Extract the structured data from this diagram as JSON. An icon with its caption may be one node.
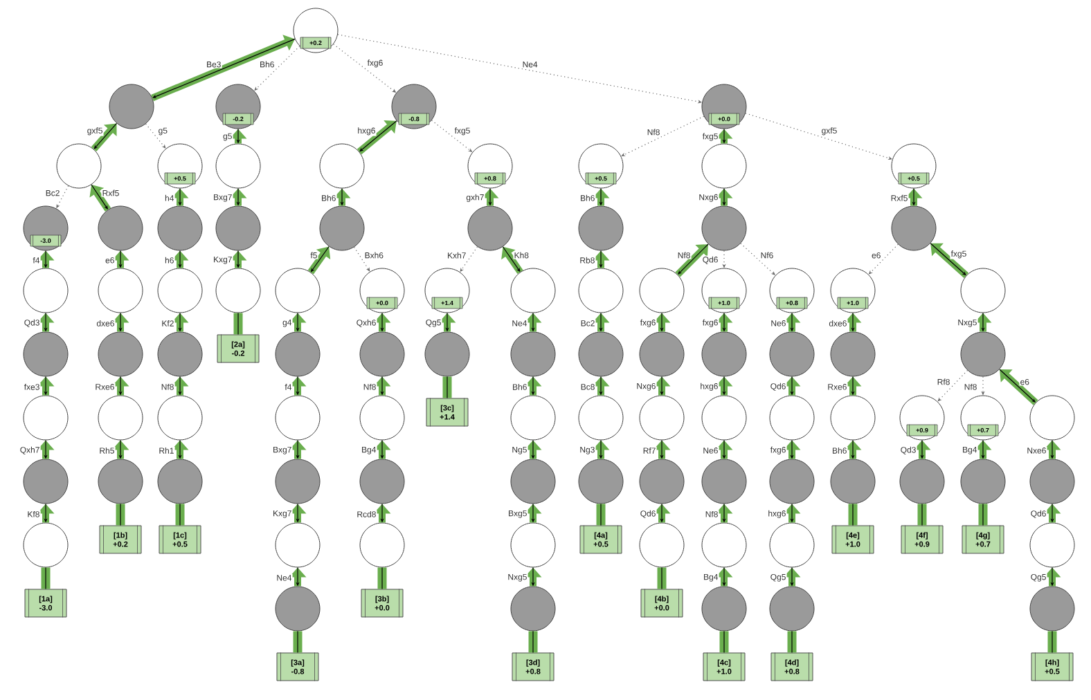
{
  "diagram": {
    "nodes": [
      {
        "text": [
          "+0.2"
        ]
      },
      {
        "text": [],
        "shape": "circle"
      },
      {
        "text": [],
        "shape": "circle"
      },
      {
        "text": [
          "-3.0"
        ]
      },
      {
        "text": [],
        "shape": "circle"
      },
      {
        "text": [],
        "shape": "circle"
      },
      {
        "text": [],
        "shape": "circle"
      },
      {
        "text": [],
        "shape": "circle"
      },
      {
        "text": [],
        "shape": "circle"
      },
      {
        "text": [
          "[1a]",
          "-3.0"
        ]
      },
      {
        "text": [],
        "shape": "circle"
      },
      {
        "text": [],
        "shape": "circle"
      },
      {
        "text": [],
        "shape": "circle"
      },
      {
        "text": [],
        "shape": "circle"
      },
      {
        "text": [],
        "shape": "circle"
      },
      {
        "text": [
          "[1b]",
          "+0.2"
        ]
      },
      {
        "text": [
          "+0.5"
        ]
      },
      {
        "text": [],
        "shape": "circle"
      },
      {
        "text": [],
        "shape": "circle"
      },
      {
        "text": [],
        "shape": "circle"
      },
      {
        "text": [],
        "shape": "circle"
      },
      {
        "text": [],
        "shape": "circle"
      },
      {
        "text": [
          "[1c]",
          "+0.5"
        ]
      },
      {
        "text": [
          "-0.2"
        ]
      },
      {
        "text": [],
        "shape": "circle"
      },
      {
        "text": [],
        "shape": "circle"
      },
      {
        "text": [],
        "shape": "circle"
      },
      {
        "text": [
          "[2a]",
          "-0.2"
        ]
      },
      {
        "text": [
          "-0.8"
        ]
      },
      {
        "text": [],
        "shape": "circle"
      },
      {
        "text": [],
        "shape": "circle"
      },
      {
        "text": [],
        "shape": "circle"
      },
      {
        "text": [],
        "shape": "circle"
      },
      {
        "text": [],
        "shape": "circle"
      },
      {
        "text": [],
        "shape": "circle"
      },
      {
        "text": [],
        "shape": "circle"
      },
      {
        "text": [],
        "shape": "circle"
      },
      {
        "text": [
          "[3a]",
          "-0.8"
        ]
      },
      {
        "text": [
          "+0.0"
        ]
      },
      {
        "text": [],
        "shape": "circle"
      },
      {
        "text": [],
        "shape": "circle"
      },
      {
        "text": [],
        "shape": "circle"
      },
      {
        "text": [],
        "shape": "circle"
      },
      {
        "text": [
          "[3b]",
          "+0.0"
        ]
      },
      {
        "text": [
          "+0.8"
        ]
      },
      {
        "text": [],
        "shape": "circle"
      },
      {
        "text": [
          "+1.4"
        ]
      },
      {
        "text": [],
        "shape": "circle"
      },
      {
        "text": [
          "[3c]",
          "+1.4"
        ]
      },
      {
        "text": [],
        "shape": "circle"
      },
      {
        "text": [],
        "shape": "circle"
      },
      {
        "text": [],
        "shape": "circle"
      },
      {
        "text": [],
        "shape": "circle"
      },
      {
        "text": [],
        "shape": "circle"
      },
      {
        "text": [],
        "shape": "circle"
      },
      {
        "text": [
          "[3d]",
          "+0.8"
        ]
      },
      {
        "text": [
          "+0.0"
        ]
      },
      {
        "text": [
          "+0.5"
        ]
      },
      {
        "text": [],
        "shape": "circle"
      },
      {
        "text": [],
        "shape": "circle"
      },
      {
        "text": [],
        "shape": "circle"
      },
      {
        "text": [],
        "shape": "circle"
      },
      {
        "text": [],
        "shape": "circle"
      },
      {
        "text": [
          "[4a]",
          "+0.5"
        ]
      },
      {
        "text": [],
        "shape": "circle"
      },
      {
        "text": [],
        "shape": "circle"
      },
      {
        "text": [],
        "shape": "circle"
      },
      {
        "text": [],
        "shape": "circle"
      },
      {
        "text": [],
        "shape": "circle"
      },
      {
        "text": [],
        "shape": "circle"
      },
      {
        "text": [],
        "shape": "circle"
      },
      {
        "text": [
          "[4b]",
          "+0.0"
        ]
      },
      {
        "text": [
          "+1.0"
        ]
      },
      {
        "text": [],
        "shape": "circle"
      },
      {
        "text": [],
        "shape": "circle"
      },
      {
        "text": [],
        "shape": "circle"
      },
      {
        "text": [],
        "shape": "circle"
      },
      {
        "text": [],
        "shape": "circle"
      },
      {
        "text": [
          "[4c]",
          "+1.0"
        ]
      },
      {
        "text": [
          "+0.8"
        ]
      },
      {
        "text": [],
        "shape": "circle"
      },
      {
        "text": [],
        "shape": "circle"
      },
      {
        "text": [],
        "shape": "circle"
      },
      {
        "text": [],
        "shape": "circle"
      },
      {
        "text": [],
        "shape": "circle"
      },
      {
        "text": [
          "[4d]",
          "+0.8"
        ]
      },
      {
        "text": [
          "+0.5"
        ]
      },
      {
        "text": [],
        "shape": "circle"
      },
      {
        "text": [
          "+1.0"
        ]
      },
      {
        "text": [],
        "shape": "circle"
      },
      {
        "text": [],
        "shape": "circle"
      },
      {
        "text": [],
        "shape": "circle"
      },
      {
        "text": [
          "[4e]",
          "+1.0"
        ]
      },
      {
        "text": [],
        "shape": "circle"
      },
      {
        "text": [],
        "shape": "circle"
      },
      {
        "text": [
          "+0.9"
        ]
      },
      {
        "text": [],
        "shape": "circle"
      },
      {
        "text": [
          "[4f]",
          "+0.9"
        ]
      },
      {
        "text": [
          "+0.7"
        ]
      },
      {
        "text": [],
        "shape": "circle"
      },
      {
        "text": [
          "[4g]",
          "+0.7"
        ]
      },
      {
        "text": [],
        "shape": "circle"
      },
      {
        "text": [],
        "shape": "circle"
      },
      {
        "text": [],
        "shape": "circle"
      },
      {
        "text": [],
        "shape": "circle"
      },
      {
        "text": [
          "[4h]",
          "+0.5"
        ]
      }
    ],
    "edges": [
      {
        "from": 0,
        "to": 1,
        "arrow": "both",
        "label": "Be3"
      },
      {
        "from": 1,
        "to": 2,
        "arrow": "both",
        "label": "gxf5"
      },
      {
        "from": 2,
        "to": 3,
        "arrow": "to",
        "label": "Bc2",
        "style": "dashed",
        "color": "#666666"
      },
      {
        "from": 3,
        "to": 4,
        "arrow": "both",
        "label": "f4"
      },
      {
        "from": 4,
        "to": 5,
        "arrow": "both",
        "label": "Qd3"
      },
      {
        "from": 5,
        "to": 6,
        "arrow": "both",
        "label": "fxe3"
      },
      {
        "from": 6,
        "to": 7,
        "arrow": "both",
        "label": "Qxh7"
      },
      {
        "from": 7,
        "to": 8,
        "arrow": "both",
        "label": "Kf8"
      },
      {
        "from": 8,
        "to": 9,
        "arrow": "none",
        "style": "thick",
        "color": "#6aae4e"
      },
      {
        "from": 2,
        "to": 10,
        "arrow": "both",
        "label": "Rxf5"
      },
      {
        "from": 10,
        "to": 11,
        "arrow": "both",
        "label": "e6"
      },
      {
        "from": 11,
        "to": 12,
        "arrow": "both",
        "label": "dxe6"
      },
      {
        "from": 12,
        "to": 13,
        "arrow": "both",
        "label": "Rxe6"
      },
      {
        "from": 13,
        "to": 14,
        "arrow": "both",
        "label": "Rh5"
      },
      {
        "from": 14,
        "to": 15,
        "arrow": "none",
        "style": "thick",
        "color": "#6aae4e"
      },
      {
        "from": 1,
        "to": 16,
        "arrow": "to",
        "label": "g5",
        "style": "dashed",
        "color": "#666666"
      },
      {
        "from": 16,
        "to": 17,
        "arrow": "both",
        "label": "h4"
      },
      {
        "from": 17,
        "to": 18,
        "arrow": "both",
        "label": "h6"
      },
      {
        "from": 18,
        "to": 19,
        "arrow": "both",
        "label": "Kf2"
      },
      {
        "from": 19,
        "to": 20,
        "arrow": "both",
        "label": "Nf8"
      },
      {
        "from": 20,
        "to": 21,
        "arrow": "both",
        "label": "Rh1"
      },
      {
        "from": 21,
        "to": 22,
        "arrow": "none",
        "style": "thick",
        "color": "#6aae4e"
      },
      {
        "from": 0,
        "to": 23,
        "arrow": "to",
        "label": "Bh6",
        "style": "dashed",
        "color": "#666666"
      },
      {
        "from": 23,
        "to": 24,
        "arrow": "both",
        "label": "g5"
      },
      {
        "from": 24,
        "to": 25,
        "arrow": "both",
        "label": "Bxg7"
      },
      {
        "from": 25,
        "to": 26,
        "arrow": "both",
        "label": "Kxg7"
      },
      {
        "from": 26,
        "to": 27,
        "arrow": "none",
        "style": "thick",
        "color": "#6aae4e"
      },
      {
        "from": 0,
        "to": 28,
        "arrow": "to",
        "label": "fxg6",
        "style": "dashed",
        "color": "#666666"
      },
      {
        "from": 28,
        "to": 29,
        "arrow": "both",
        "label": "hxg6"
      },
      {
        "from": 29,
        "to": 30,
        "arrow": "both",
        "label": "Bh6"
      },
      {
        "from": 30,
        "to": 31,
        "arrow": "both",
        "label": "f5"
      },
      {
        "from": 31,
        "to": 32,
        "arrow": "both",
        "label": "g4"
      },
      {
        "from": 32,
        "to": 33,
        "arrow": "both",
        "label": "f4"
      },
      {
        "from": 33,
        "to": 34,
        "arrow": "both",
        "label": "Bxg7"
      },
      {
        "from": 34,
        "to": 35,
        "arrow": "both",
        "label": "Kxg7"
      },
      {
        "from": 35,
        "to": 36,
        "arrow": "both",
        "label": "Ne4"
      },
      {
        "from": 36,
        "to": 37,
        "arrow": "none",
        "style": "thick",
        "color": "#6aae4e"
      },
      {
        "from": 30,
        "to": 38,
        "arrow": "to",
        "label": "Bxh6",
        "style": "dashed",
        "color": "#666666"
      },
      {
        "from": 38,
        "to": 39,
        "arrow": "both",
        "label": "Qxh6"
      },
      {
        "from": 39,
        "to": 40,
        "arrow": "both",
        "label": "Nf8"
      },
      {
        "from": 40,
        "to": 41,
        "arrow": "both",
        "label": "Bg4"
      },
      {
        "from": 41,
        "to": 42,
        "arrow": "both",
        "label": "Rcd8"
      },
      {
        "from": 42,
        "to": 43,
        "arrow": "none",
        "style": "thick",
        "color": "#6aae4e"
      },
      {
        "from": 28,
        "to": 44,
        "arrow": "to",
        "label": "fxg5",
        "style": "dashed",
        "color": "#666666"
      },
      {
        "from": 44,
        "to": 45,
        "arrow": "both",
        "label": "gxh7"
      },
      {
        "from": 45,
        "to": 46,
        "arrow": "to",
        "label": "Kxh7",
        "style": "dashed",
        "color": "#666666"
      },
      {
        "from": 46,
        "to": 47,
        "arrow": "both",
        "label": "Qg5"
      },
      {
        "from": 47,
        "to": 48,
        "arrow": "none",
        "style": "thick",
        "color": "#6aae4e"
      },
      {
        "from": 45,
        "to": 49,
        "arrow": "both",
        "label": "Kh8"
      },
      {
        "from": 49,
        "to": 50,
        "arrow": "both",
        "label": "Ne4"
      },
      {
        "from": 50,
        "to": 51,
        "arrow": "both",
        "label": "Bh6"
      },
      {
        "from": 51,
        "to": 52,
        "arrow": "both",
        "label": "Ng5"
      },
      {
        "from": 52,
        "to": 53,
        "arrow": "both",
        "label": "Bxg5"
      },
      {
        "from": 53,
        "to": 54,
        "arrow": "both",
        "label": "Nxg5"
      },
      {
        "from": 54,
        "to": 55,
        "arrow": "none",
        "style": "thick",
        "color": "#6aae4e"
      },
      {
        "from": 0,
        "to": 56,
        "arrow": "to",
        "label": "Ne4",
        "style": "dashed",
        "color": "#666666"
      },
      {
        "from": 56,
        "to": 57,
        "arrow": "to",
        "label": "Nf8",
        "style": "dashed",
        "color": "#666666"
      },
      {
        "from": 57,
        "to": 58,
        "arrow": "both",
        "label": "Bh6"
      },
      {
        "from": 58,
        "to": 59,
        "arrow": "both",
        "label": "Rb8"
      },
      {
        "from": 59,
        "to": 60,
        "arrow": "both",
        "label": "Bc2"
      },
      {
        "from": 60,
        "to": 61,
        "arrow": "both",
        "label": "Bc8"
      },
      {
        "from": 61,
        "to": 62,
        "arrow": "both",
        "label": "Ng3"
      },
      {
        "from": 62,
        "to": 63,
        "arrow": "none",
        "style": "thick",
        "color": "#6aae4e"
      },
      {
        "from": 56,
        "to": 64,
        "arrow": "both",
        "label": "fxg5"
      },
      {
        "from": 64,
        "to": 65,
        "arrow": "both",
        "label": "Nxg6"
      },
      {
        "from": 65,
        "to": 66,
        "arrow": "both",
        "label": "Nf8"
      },
      {
        "from": 66,
        "to": 67,
        "arrow": "both",
        "label": "fxg6"
      },
      {
        "from": 67,
        "to": 68,
        "arrow": "both",
        "label": "Nxg6"
      },
      {
        "from": 68,
        "to": 69,
        "arrow": "both",
        "label": "Rf7"
      },
      {
        "from": 69,
        "to": 70,
        "arrow": "both",
        "label": "Qd6"
      },
      {
        "from": 70,
        "to": 71,
        "arrow": "none",
        "style": "thick",
        "color": "#6aae4e"
      },
      {
        "from": 65,
        "to": 72,
        "arrow": "to",
        "label": "Qd6",
        "style": "dashed",
        "color": "#666666"
      },
      {
        "from": 72,
        "to": 73,
        "arrow": "both",
        "label": "fxg6"
      },
      {
        "from": 73,
        "to": 74,
        "arrow": "both",
        "label": "hxg6"
      },
      {
        "from": 74,
        "to": 75,
        "arrow": "both",
        "label": "Ne6"
      },
      {
        "from": 75,
        "to": 76,
        "arrow": "both",
        "label": "Nf8"
      },
      {
        "from": 76,
        "to": 77,
        "arrow": "both",
        "label": "Bg4"
      },
      {
        "from": 77,
        "to": 78,
        "arrow": "none",
        "style": "thick",
        "color": "#6aae4e"
      },
      {
        "from": 65,
        "to": 79,
        "arrow": "to",
        "label": "Nf6",
        "style": "dashed",
        "color": "#666666"
      },
      {
        "from": 79,
        "to": 80,
        "arrow": "both",
        "label": "Ne6"
      },
      {
        "from": 80,
        "to": 81,
        "arrow": "both",
        "label": "Qd6"
      },
      {
        "from": 81,
        "to": 82,
        "arrow": "both",
        "label": "fxg6"
      },
      {
        "from": 82,
        "to": 83,
        "arrow": "both",
        "label": "hxg6"
      },
      {
        "from": 83,
        "to": 84,
        "arrow": "both",
        "label": "Qg5"
      },
      {
        "from": 84,
        "to": 85,
        "arrow": "none",
        "style": "thick",
        "color": "#6aae4e"
      },
      {
        "from": 56,
        "to": 86,
        "arrow": "to",
        "label": "gxf5",
        "style": "dashed",
        "color": "#666666"
      },
      {
        "from": 86,
        "to": 87,
        "arrow": "both",
        "label": "Rxf5"
      },
      {
        "from": 87,
        "to": 88,
        "arrow": "to",
        "label": "e6",
        "style": "dashed",
        "color": "#666666"
      },
      {
        "from": 88,
        "to": 89,
        "arrow": "both",
        "label": "dxe6"
      },
      {
        "from": 89,
        "to": 90,
        "arrow": "both",
        "label": "Rxe6"
      },
      {
        "from": 90,
        "to": 91,
        "arrow": "both",
        "label": "Bh6"
      },
      {
        "from": 91,
        "to": 92,
        "arrow": "none",
        "style": "thick",
        "color": "#6aae4e"
      },
      {
        "from": 87,
        "to": 93,
        "arrow": "both",
        "label": "fxg5"
      },
      {
        "from": 93,
        "to": 94,
        "arrow": "both",
        "label": "Nxg5"
      },
      {
        "from": 94,
        "to": 95,
        "arrow": "to",
        "label": "Rf8",
        "style": "dashed",
        "color": "#666666"
      },
      {
        "from": 95,
        "to": 96,
        "arrow": "both",
        "label": "Qd3"
      },
      {
        "from": 96,
        "to": 97,
        "arrow": "none",
        "style": "thick",
        "color": "#6aae4e"
      },
      {
        "from": 94,
        "to": 98,
        "arrow": "to",
        "label": "Nf8",
        "style": "dashed",
        "color": "#666666"
      },
      {
        "from": 98,
        "to": 99,
        "arrow": "both",
        "label": "Bg4"
      },
      {
        "from": 99,
        "to": 100,
        "arrow": "none",
        "style": "thick",
        "color": "#6aae4e"
      },
      {
        "from": 94,
        "to": 101,
        "arrow": "both",
        "label": "e6"
      },
      {
        "from": 101,
        "to": 102,
        "arrow": "both",
        "label": "Nxe6"
      },
      {
        "from": 102,
        "to": 103,
        "arrow": "both",
        "label": "Qd6"
      },
      {
        "from": 103,
        "to": 104,
        "arrow": "both",
        "label": "Qg5"
      },
      {
        "from": 104,
        "to": 105,
        "arrow": "none",
        "style": "thick",
        "color": "#6aae4e"
      }
    ]
  }
}
